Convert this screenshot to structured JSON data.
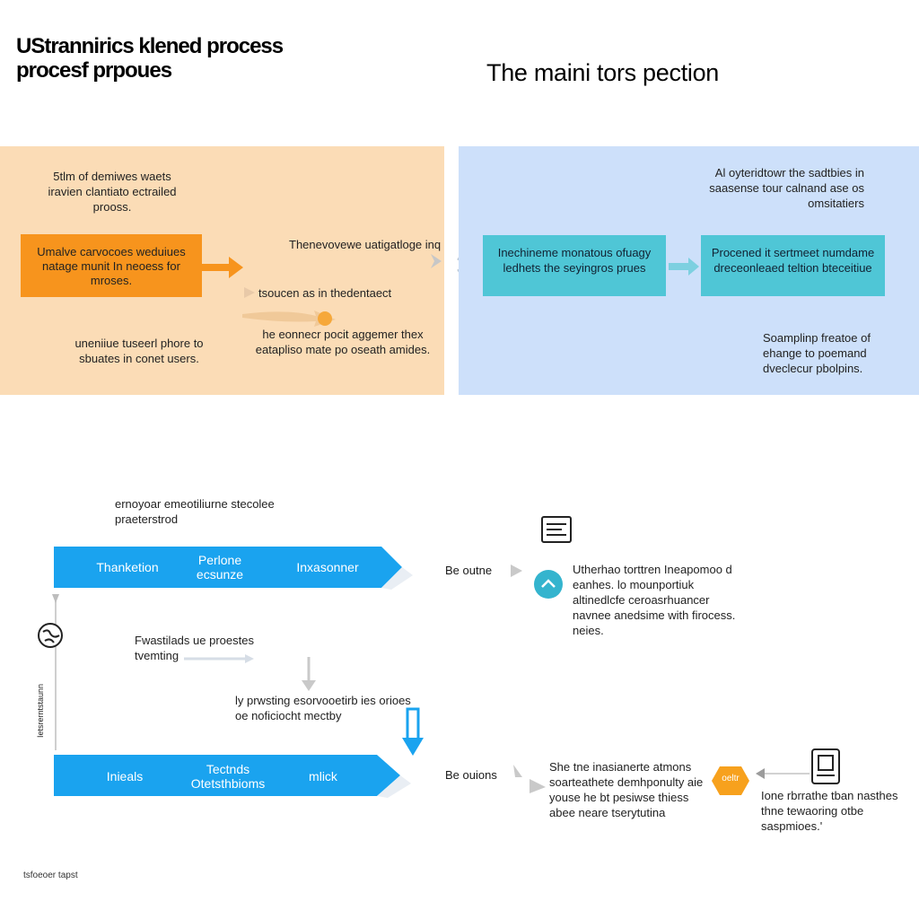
{
  "header": {
    "title_left": "UStrannirics klened process procesf prpoues",
    "title_right": "The maini tors pection"
  },
  "panel_left": {
    "top_text": "5tlm of demiwes waets iravien clantiato ectrailed prooss.",
    "orange_box_text": "Umalve carvocoes weduiues natage munit In neoess for mroses.",
    "right_text_1": "Thenevovewe uatigatloge inq",
    "right_text_2": "tsoucen as in thedentaect",
    "bottom_left_text": "uneniiue tuseerl phore to sbuates in conet users.",
    "bottom_right_text": "he eonnecr pocit aggemer thex eatapliso mate po oseath amides."
  },
  "panel_right": {
    "top_text": "Al oyteridtowr the sadtbies in saasense tour calnand ase os omsitatiers",
    "teal_box_1": "Inechineme monatous ofuagy ledhets the seyingros prues",
    "teal_box_2": "Procened it sertmeet numdame dreceonleaed teltion bteceitiue",
    "bottom_text": "Soamplinp freatoe of ehange to poemand dveclecur pbolpins."
  },
  "lower": {
    "caption_top": "ernoyoar emeotiliurne stecolee praeterstrod",
    "band_top": {
      "label_1": "Thanketion",
      "label_2": "Perlone ecsunze",
      "label_3": "Inxasonner"
    },
    "be_label_top": "Be outne",
    "note_top": "Utherhao torttren Ineapomoo d eanhes. lo mounportiuk altinedlcfe ceroasrhuancer navnee anedsime with firocess. neies.",
    "mid_text_1": "Fwastilads ue proestes tvemting",
    "mid_text_2": "ly prwsting esorvooetirb ies orioes oe noficiocht mectby",
    "vertical_label": "Ietsrerntstaunn",
    "band_bottom": {
      "label_1": "Inieals",
      "label_2": "Tectnds Otetsthbioms",
      "label_3": "mlick"
    },
    "be_label_bottom": "Be ouions",
    "note_bottom_left": "She tne inasianerte atmons soarteathete demhponulty aie youse he bt pesiwse thiess abee neare tserytutina",
    "badge_label": "oeltr",
    "note_bottom_right": "Ione rbrrathe tban nasthes thne tewaoring otbe saspmioes.'",
    "footer": "tsfoeoer tapst"
  },
  "colors": {
    "panel_left": "#fbdcb6",
    "panel_right": "#cde0fa",
    "orange": "#f7941d",
    "teal": "#4fc6d6",
    "blue": "#1aa3ef"
  }
}
